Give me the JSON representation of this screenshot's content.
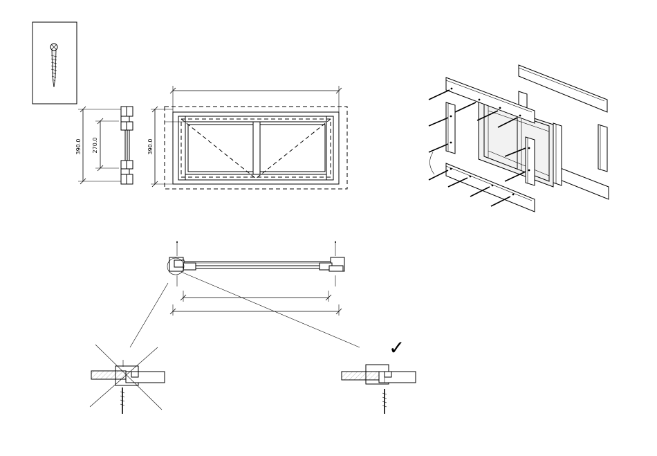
{
  "dimensions": {
    "side_outer_height": "390.0",
    "side_inner_height": "270.0",
    "front_outer_height": "390.0"
  },
  "marks": {
    "correct": "✓"
  },
  "icons": {
    "screw": "screw-icon",
    "check": "check-icon"
  },
  "colors": {
    "line": "#000000",
    "background": "#ffffff"
  }
}
